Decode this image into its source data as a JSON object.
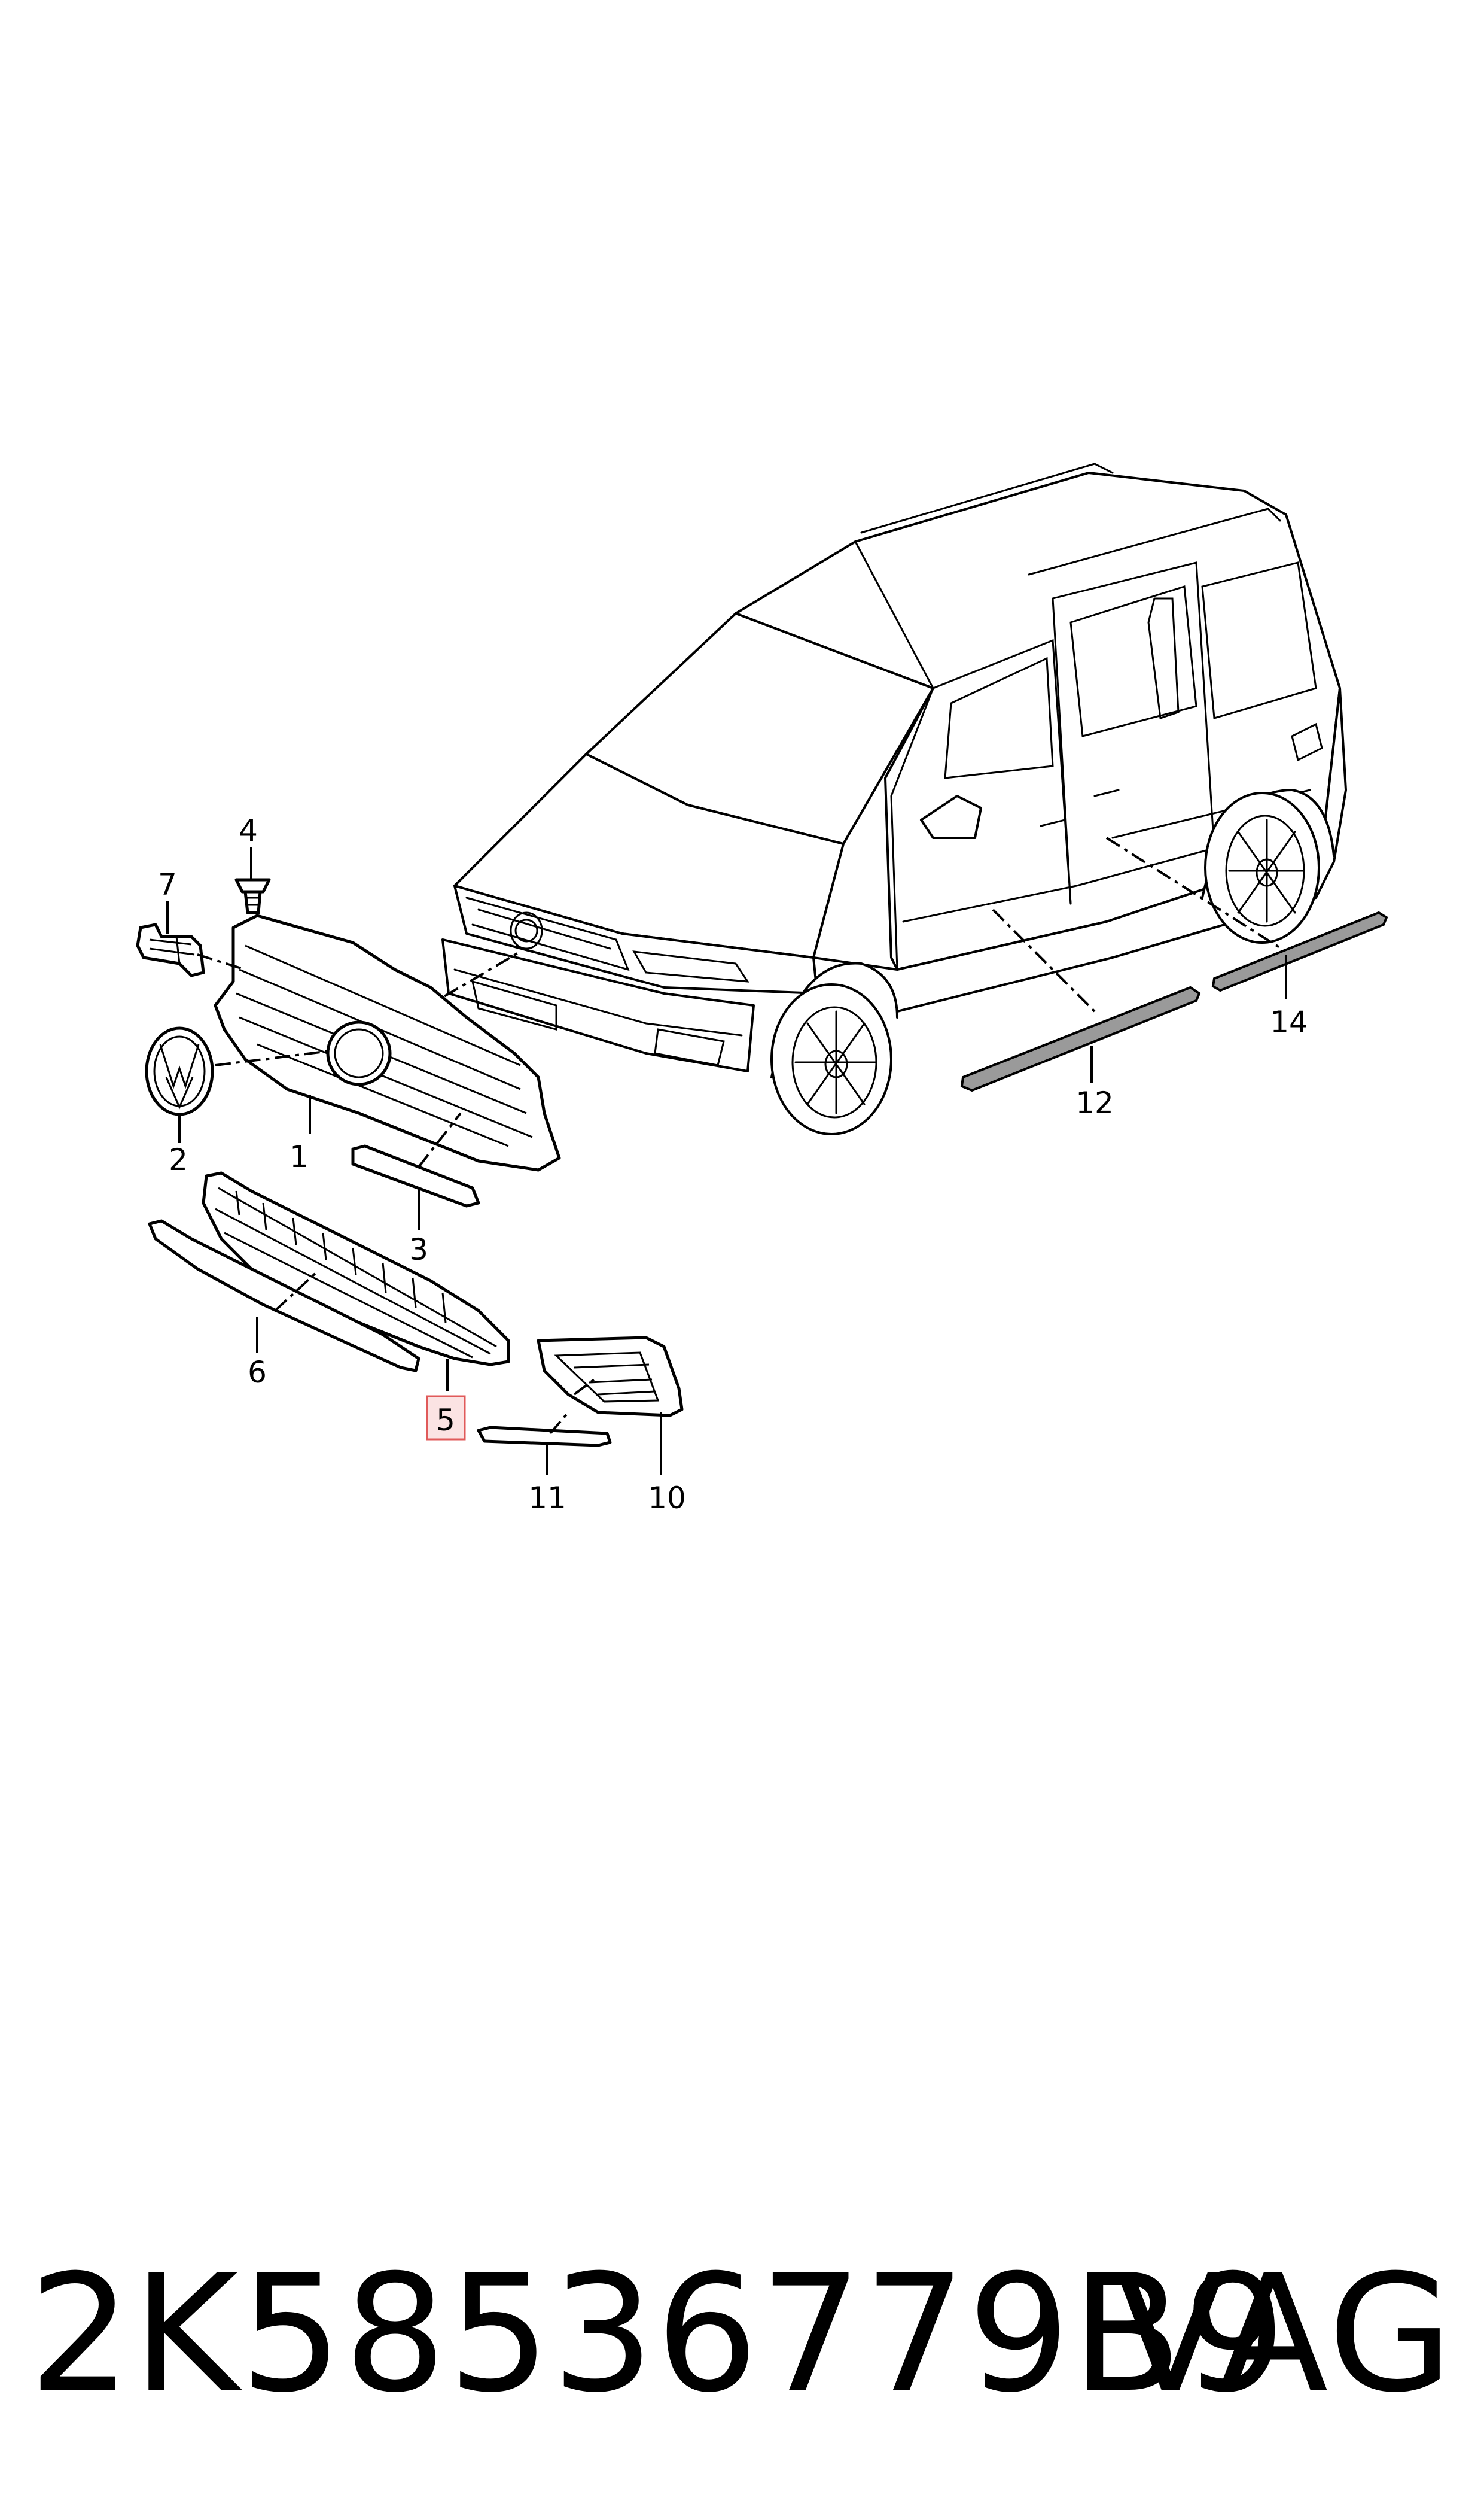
{
  "callouts": [
    {
      "id": "1",
      "label": "1"
    },
    {
      "id": "2",
      "label": "2"
    },
    {
      "id": "3",
      "label": "3"
    },
    {
      "id": "4",
      "label": "4"
    },
    {
      "id": "5",
      "label": "5",
      "highlighted": true
    },
    {
      "id": "6",
      "label": "6"
    },
    {
      "id": "7",
      "label": "7"
    },
    {
      "id": "10",
      "label": "10"
    },
    {
      "id": "11",
      "label": "11"
    },
    {
      "id": "12",
      "label": "12"
    },
    {
      "id": "14",
      "label": "14"
    }
  ],
  "footer": {
    "part_number": "2K58536779B9",
    "brand": "VAG"
  },
  "colors": {
    "line": "#000000",
    "background": "#ffffff",
    "highlight_box": "#e05a5a",
    "highlight_fill": "#fbe3e3"
  },
  "icons": {
    "emblem": "vw-logo-icon"
  }
}
